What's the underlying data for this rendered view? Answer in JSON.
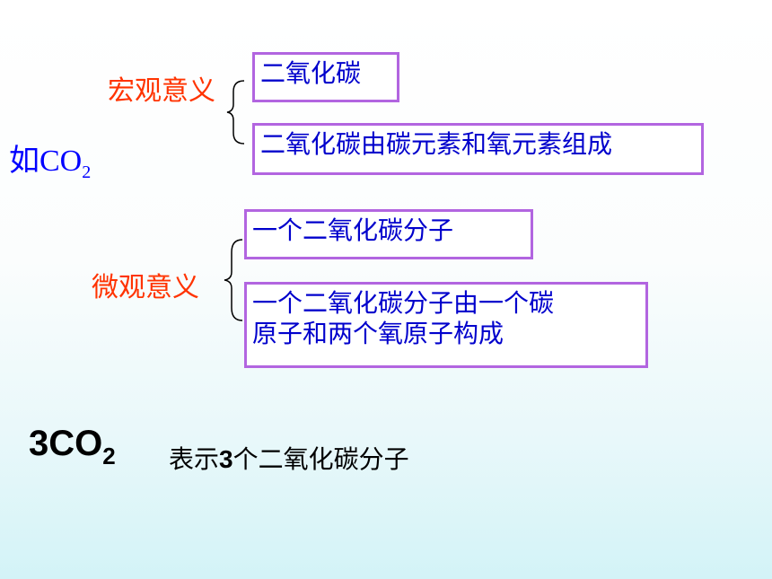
{
  "example": {
    "prefix": "如",
    "formula": "CO",
    "subscript": "2"
  },
  "macro": {
    "label": "宏观意义",
    "items": [
      "二氧化碳",
      "二氧化碳由碳元素和氧元素组成"
    ]
  },
  "micro": {
    "label": "微观意义",
    "items": [
      "一个二氧化碳分子",
      "一个二氧化碳分子由一个碳",
      "原子和两个氧原子构成"
    ]
  },
  "multiple": {
    "formula": "3CO",
    "subscript": "2",
    "meaning_prefix": "表示",
    "meaning_number": "3",
    "meaning_suffix": "个二氧化碳分子"
  },
  "colors": {
    "label_red": "#ff3300",
    "title_blue": "#0000ff",
    "box_border": "#b265e0",
    "box_text": "#0000cc"
  }
}
